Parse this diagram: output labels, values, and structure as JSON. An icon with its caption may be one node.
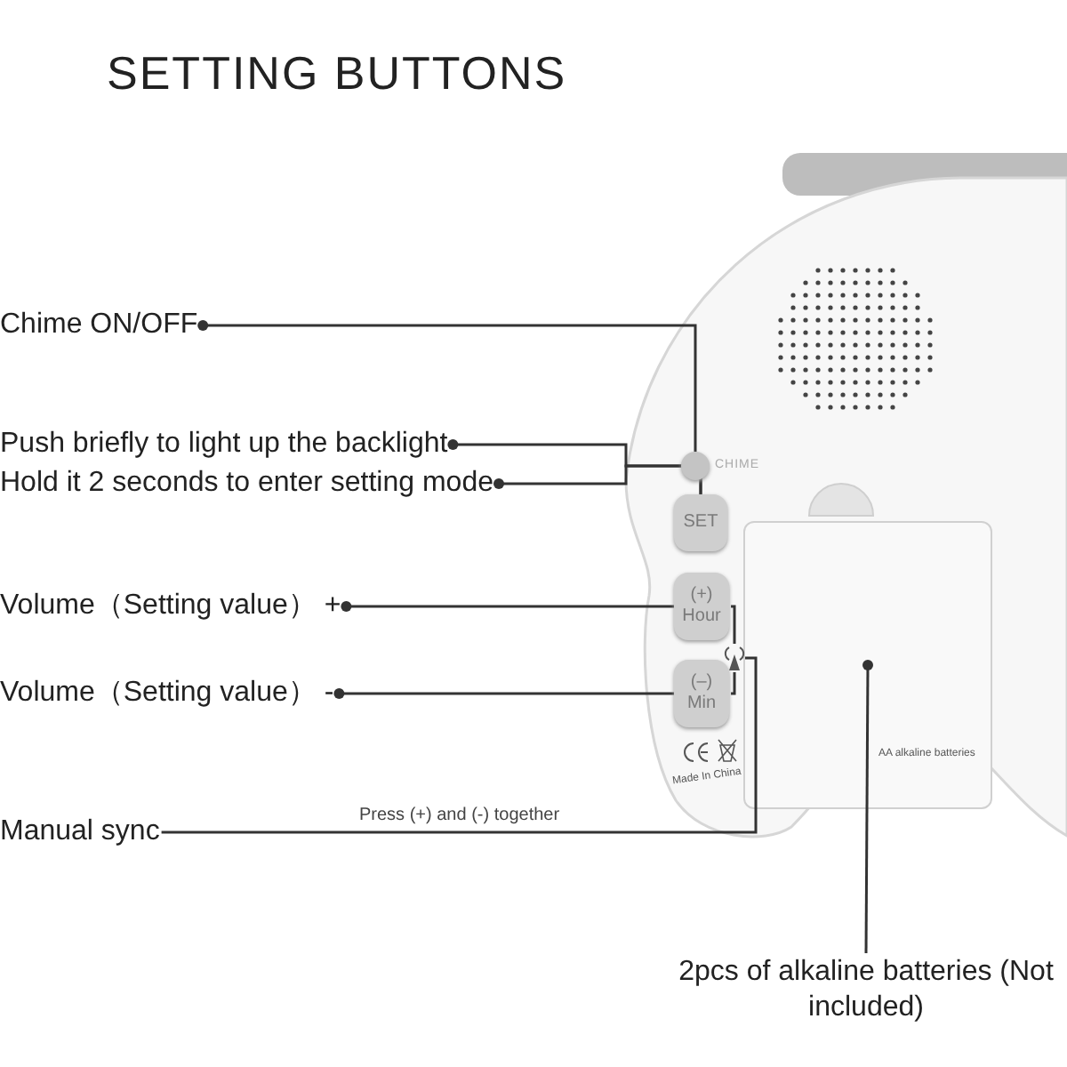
{
  "diagram": {
    "title": "SETTING BUTTONS",
    "nodes": [
      {
        "text": [
          "Chime ON/OFF"
        ]
      },
      {
        "text": [
          "Push briefly to light up the backlight"
        ]
      },
      {
        "text": [
          "Hold it 2 seconds to enter setting mode"
        ]
      },
      {
        "text": [
          "Volume（Setting value） +"
        ]
      },
      {
        "text": [
          "Volume（Setting value） -"
        ]
      },
      {
        "text": [
          "Manual sync"
        ]
      },
      {
        "text": [],
        "shape": "circle",
        "beside": [
          "CHIME"
        ]
      },
      {
        "text": [
          "SET"
        ]
      },
      {
        "text": [
          "(+) Hour"
        ]
      },
      {
        "text": [
          "(–) Min"
        ]
      },
      {
        "text": [],
        "shape": "picture"
      },
      {
        "text": [],
        "shape": "box"
      },
      {
        "text": [
          "2pcs of alkaline batteries (Not included)"
        ]
      }
    ],
    "edges": [
      {
        "from": 0,
        "to": 6,
        "arrow": "other"
      },
      {
        "from": 1,
        "to": 7,
        "arrow": "other"
      },
      {
        "from": 2,
        "to": 7,
        "arrow": "other"
      },
      {
        "from": 3,
        "to": 8,
        "arrow": "other"
      },
      {
        "from": 4,
        "to": 9,
        "arrow": "other"
      },
      {
        "from": 5,
        "to": 10,
        "arrow": "none",
        "label": "Press (+) and (-) together"
      },
      {
        "from": 8,
        "to": 10,
        "arrow": "none"
      },
      {
        "from": 9,
        "to": 10,
        "arrow": "none"
      },
      {
        "from": 12,
        "to": 11,
        "arrow": "other"
      }
    ],
    "labels": [
      "AA alkaline batteries",
      "Made In China"
    ]
  }
}
